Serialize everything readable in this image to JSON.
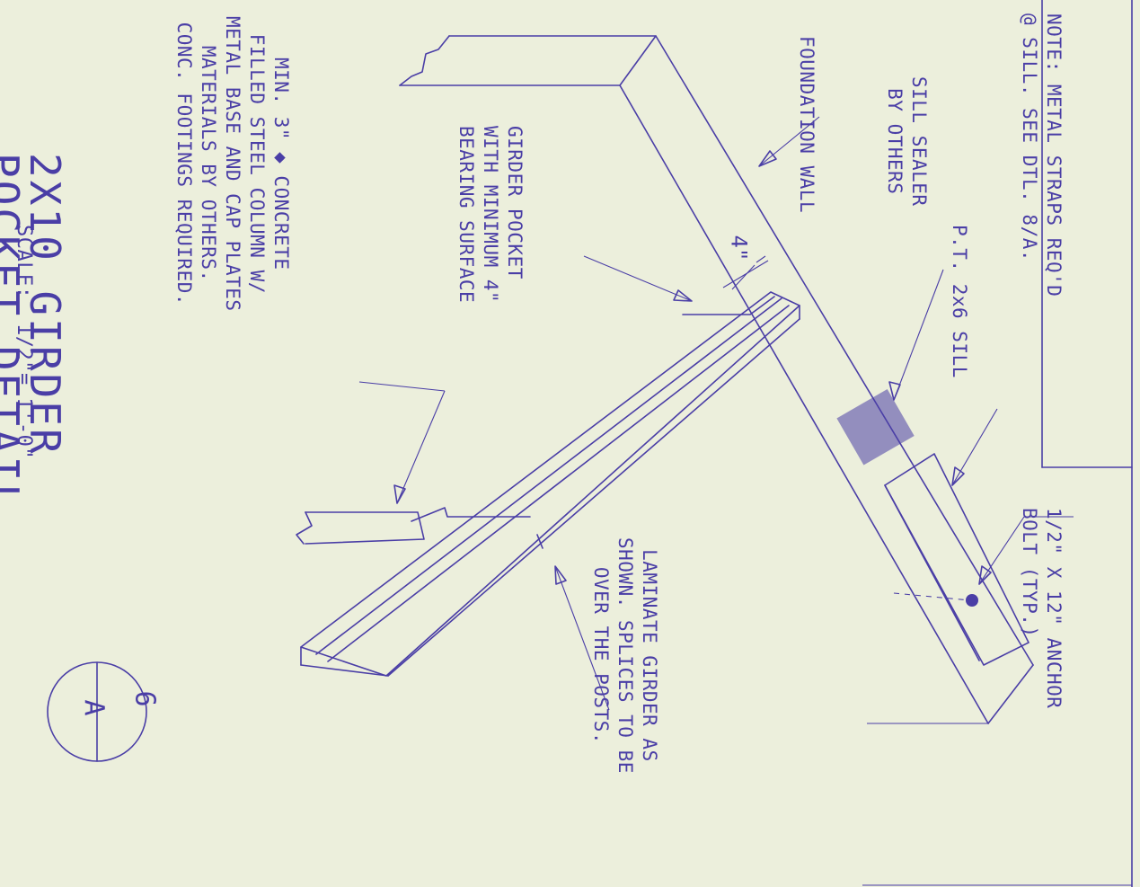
{
  "labels": {
    "note": [
      "NOTE: METAL STRAPS REQ'D",
      "@ SILL. SEE DTL. 8/A."
    ],
    "sill_sealer": [
      "SILL SEALER",
      "BY OTHERS"
    ],
    "pt_sill": [
      "P.T. 2x6 SILL"
    ],
    "foundation_wall": [
      "FOUNDATION WALL"
    ],
    "anchor_bolt": [
      "1/2\" X 12\" ANCHOR",
      "BOLT (TYP.)"
    ],
    "girder_pocket": [
      "GIRDER POCKET",
      "WITH MINIMUM 4\"",
      "BEARING SURFACE"
    ],
    "dimension": "4\"",
    "laminate": [
      "LAMINATE GIRDER AS",
      "SHOWN. SPLICES TO BE",
      "OVER THE POSTS."
    ],
    "column": [
      "MIN. 3\" ◆ CONCRETE",
      "FILLED STEEL COLUMN W/",
      "METAL BASE AND CAP PLATES",
      "MATERIALS BY OTHERS.",
      "CONC. FOOTINGS REQUIRED."
    ],
    "title": [
      "2X10 GIRDER",
      "POCKET DETAIL"
    ],
    "scale": "SCALE:  1/2\"= 1'-0\""
  },
  "detail_marker": {
    "number": "6",
    "sheet": "A"
  },
  "colors": {
    "ink": "#4a3ea6",
    "paper": "#ecefdc"
  }
}
